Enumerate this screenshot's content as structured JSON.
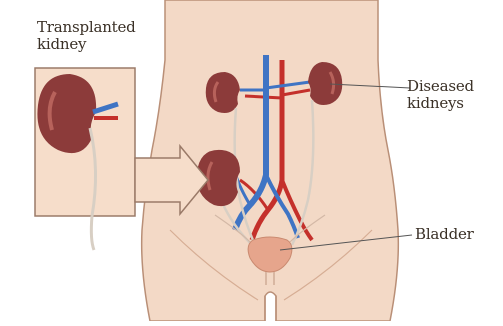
{
  "labels": {
    "transplanted": [
      "Transplanted",
      "kidney"
    ],
    "diseased": [
      "Diseased",
      "kidneys"
    ],
    "bladder": "Bladder"
  },
  "colors": {
    "skin": "#f3d9c6",
    "skin_shade": "#e8c2a8",
    "outline": "#b98f77",
    "kidney": "#8c3b3a",
    "kidney_light": "#b7625b",
    "artery": "#c4302b",
    "vein": "#3f74c4",
    "ureter": "#d8cfc4",
    "bladder": "#e6a58c",
    "inset_bg": "#f6ddca",
    "leader": "#555555"
  },
  "icons": [
    "kidney-icon",
    "artery-icon",
    "vein-icon",
    "bladder-icon",
    "arrow-icon"
  ]
}
